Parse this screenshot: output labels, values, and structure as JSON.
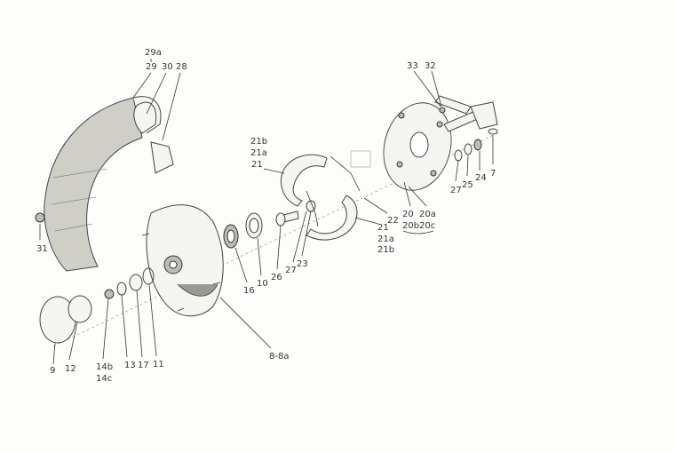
{
  "diagram": {
    "title": "Exploded view of wheel brake assembly",
    "labels": {
      "p29a": "29a",
      "p29": "29",
      "p30": "30",
      "p28": "28",
      "p31": "31",
      "p21b_top": "21b",
      "p21a_top": "21a",
      "p21_top": "21",
      "p22": "22",
      "p21_bot": "21",
      "p21a_bot": "21a",
      "p21b_bot": "21b",
      "p20": "20",
      "p20a": "20a",
      "p20b": "20b",
      "p20c": "20c",
      "p33": "33",
      "p32": "32",
      "p7": "7",
      "p24": "24",
      "p25": "25",
      "p27_right": "27",
      "p16": "16",
      "p10": "10",
      "p26": "26",
      "p27_mid": "27",
      "p23": "23",
      "p9": "9",
      "p12": "12",
      "p14b": "14b",
      "p14c": "14c",
      "p13": "13",
      "p17": "17",
      "p11": "11",
      "p8": "8-8a"
    }
  }
}
